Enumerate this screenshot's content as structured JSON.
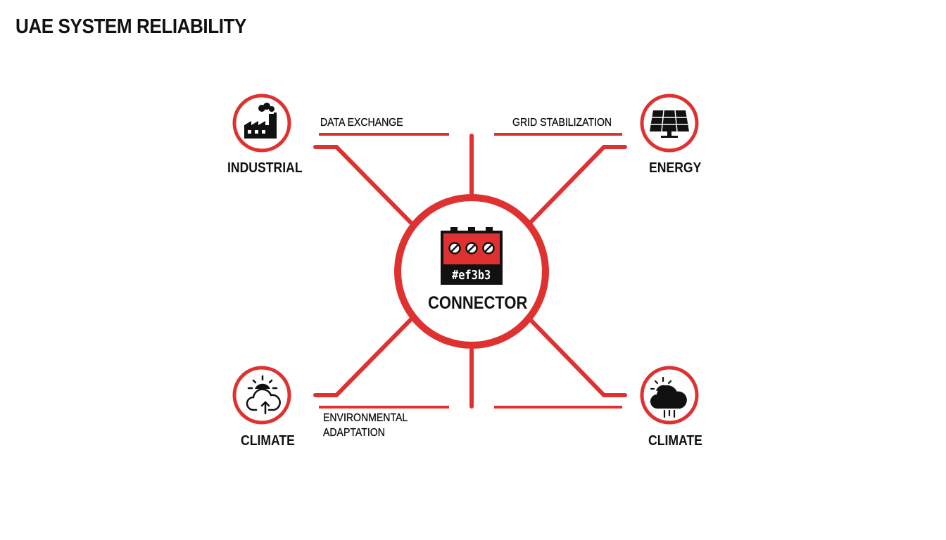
{
  "title": "UAE SYSTEM RELIABILITY",
  "colors": {
    "accent": "#e03131",
    "ink": "#111111",
    "background": "#ffffff"
  },
  "center": {
    "label": "CONNECTOR",
    "tag": "#ef3b3",
    "icon": "connector-block-icon"
  },
  "nodes": [
    {
      "id": "industrial",
      "label": "INDUSTRIAL",
      "icon": "factory-icon"
    },
    {
      "id": "energy",
      "label": "ENERGY",
      "icon": "solar-panel-icon"
    },
    {
      "id": "climate-left",
      "label": "CLIMATE",
      "icon": "sun-cloud-upload-icon"
    },
    {
      "id": "climate-right",
      "label": "CLIMATE",
      "icon": "sun-rain-cloud-icon"
    }
  ],
  "edge_labels": {
    "top_left": "DATA EXCHANGE",
    "top_right": "GRID STABILIZATION",
    "bottom_left_line1": "ENVIRONMENTAL",
    "bottom_left_line2": "ADAPTATION"
  }
}
